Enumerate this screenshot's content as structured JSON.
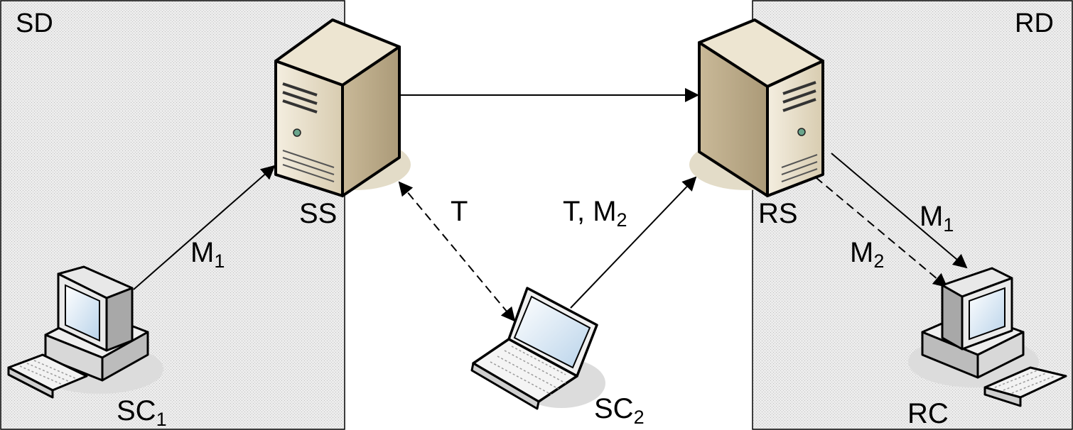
{
  "domains": {
    "sender": "SD",
    "receiver": "RD"
  },
  "nodes": {
    "sender_server": "SS",
    "receiver_server": "RS",
    "sender_client_1": {
      "base": "SC",
      "sub": "1"
    },
    "sender_client_2": {
      "base": "SC",
      "sub": "2"
    },
    "receiver_client": "RC"
  },
  "edges": {
    "sc1_to_ss": {
      "base": "M",
      "sub": "1"
    },
    "ss_sc2_token": "T",
    "sc2_to_rs": {
      "prefix": "T, M",
      "sub": "2"
    },
    "rs_to_rc_m1": {
      "base": "M",
      "sub": "1"
    },
    "rs_to_rc_m2": {
      "base": "M",
      "sub": "2"
    }
  },
  "colors": {
    "domain_fill": "#e9e9e9",
    "server_body": "#e6dcc6",
    "server_shadow": "#e3dcc8",
    "screen": "#d6e6f5"
  }
}
